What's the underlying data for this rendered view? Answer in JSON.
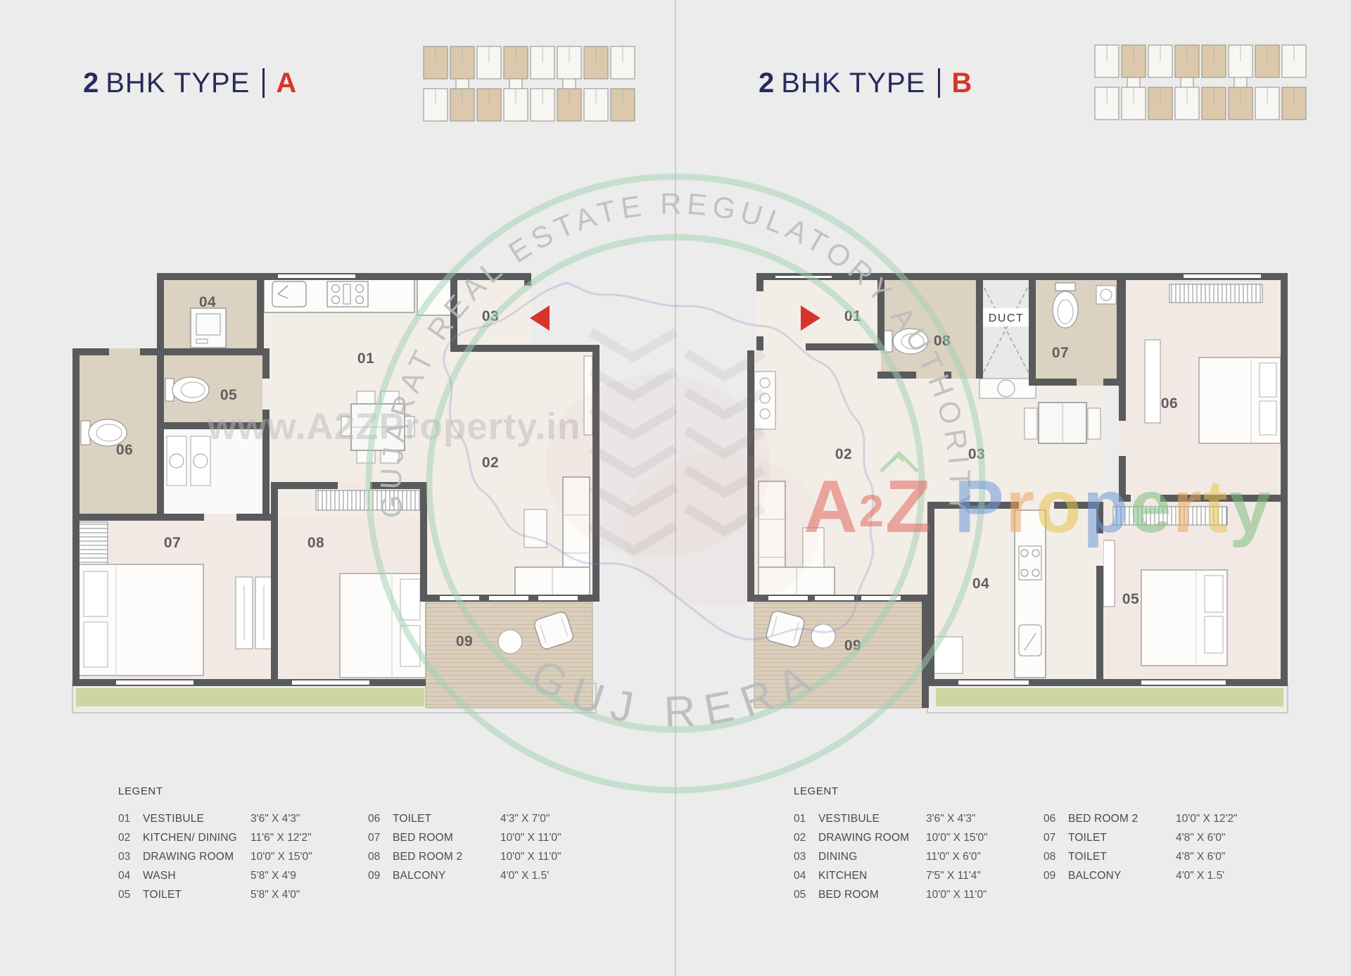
{
  "panels": [
    {
      "title": {
        "prefix": "2",
        "name": "BHK TYPE",
        "variant": "A"
      },
      "plan": {
        "entry_arrow": "left"
      },
      "legend": {
        "title": "LEGENT",
        "items": [
          {
            "num": "01",
            "name": "VESTIBULE",
            "dims": "3'6\" X 4'3\""
          },
          {
            "num": "02",
            "name": "KITCHEN/ DINING",
            "dims": "11'6\" X 12'2\""
          },
          {
            "num": "03",
            "name": "DRAWING ROOM",
            "dims": "10'0\" X 15'0\""
          },
          {
            "num": "04",
            "name": "WASH",
            "dims": "5'8\" X 4'9"
          },
          {
            "num": "05",
            "name": "TOILET",
            "dims": "5'8\" X 4'0\""
          },
          {
            "num": "06",
            "name": "TOILET",
            "dims": "4'3\" X 7'0\""
          },
          {
            "num": "07",
            "name": "BED ROOM",
            "dims": "10'0\" X 11'0\""
          },
          {
            "num": "08",
            "name": "BED ROOM 2",
            "dims": "10'0\" X 11'0\""
          },
          {
            "num": "09",
            "name": "BALCONY",
            "dims": "4'0\"  X 1.5'"
          }
        ]
      }
    },
    {
      "title": {
        "prefix": "2",
        "name": "BHK TYPE",
        "variant": "B"
      },
      "plan": {
        "entry_arrow": "right",
        "duct_label": "DUCT"
      },
      "legend": {
        "title": "LEGENT",
        "items": [
          {
            "num": "01",
            "name": "VESTIBULE",
            "dims": "3'6\" X 4'3\""
          },
          {
            "num": "02",
            "name": "DRAWING ROOM",
            "dims": "10'0\" X 15'0\""
          },
          {
            "num": "03",
            "name": "DINING",
            "dims": "11'0\" X 6'0\""
          },
          {
            "num": "04",
            "name": "KITCHEN",
            "dims": "7'5\" X 11'4\""
          },
          {
            "num": "05",
            "name": "BED ROOM",
            "dims": "10'0\" X 11'0\""
          },
          {
            "num": "06",
            "name": "BED ROOM 2",
            "dims": "10'0\" X 12'2\""
          },
          {
            "num": "07",
            "name": "TOILET",
            "dims": "4'8\" X 6'0\""
          },
          {
            "num": "08",
            "name": "TOILET",
            "dims": "4'8\" X 6'0\""
          },
          {
            "num": "09",
            "name": "BALCONY",
            "dims": "4'0\"  X 1.5'"
          }
        ]
      }
    }
  ],
  "watermarks": {
    "url": "www.A2ZProperty.in",
    "stamp_arc_top": "GUJARAT REAL ESTATE REGULATORY AUTHORITY",
    "stamp_arc_bottom": "GUJ RERA",
    "brand": {
      "a2z": "A2Z",
      "property": "Property",
      "a2z_color": "#e26a5f",
      "property_colors": [
        "#6f9ad6",
        "#eda75b",
        "#e8c44f",
        "#6f9ad6",
        "#7fbf7f",
        "#eda75b",
        "#e8c44f",
        "#7fbf7f"
      ]
    }
  },
  "colors": {
    "accent_navy": "#252b5c",
    "accent_red": "#d7352b",
    "wall": "#595a5c",
    "room_light": "#f3ede8",
    "room_beige": "#dcd2c2",
    "bedroom": "#f2e9e5",
    "balcony_wood": "#dbcebc",
    "lawn": "#ccd6a0",
    "stamp_green": "#9fd0b0",
    "watermark_gray": "#b9bcbb"
  }
}
